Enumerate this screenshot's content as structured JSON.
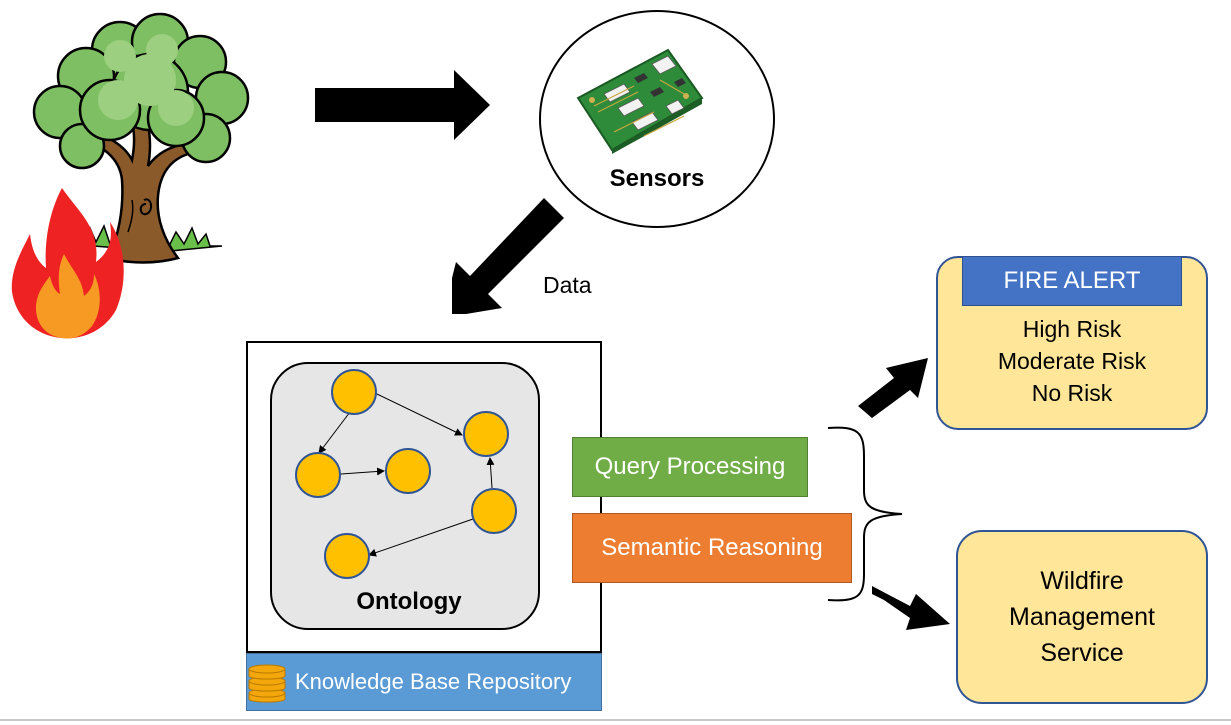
{
  "sensors": {
    "label": "Sensors"
  },
  "data_flow": {
    "label": "Data"
  },
  "ontology": {
    "label": "Ontology"
  },
  "knowledge_base": {
    "label": "Knowledge Base Repository"
  },
  "processing": {
    "query": "Query Processing",
    "semantic": "Semantic Reasoning"
  },
  "alert": {
    "title": "FIRE ALERT",
    "levels": [
      "High Risk",
      "Moderate Risk",
      "No Risk"
    ]
  },
  "service": {
    "lines": [
      "Wildfire",
      "Management",
      "Service"
    ]
  },
  "icons": {
    "tree": "tree-icon",
    "fire": "fire-icon",
    "circuit_board": "circuit-board-icon",
    "database": "database-icon"
  },
  "colors": {
    "query_green": "#70ad47",
    "semantic_orange": "#ed7d31",
    "alert_blue": "#4472c4",
    "box_yellow": "#ffe699",
    "kb_blue": "#5b9bd5",
    "node_yellow": "#ffc000"
  }
}
